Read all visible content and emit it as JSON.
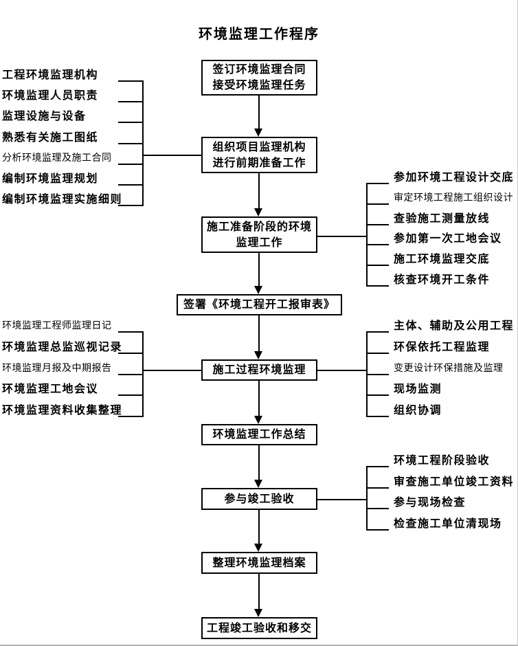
{
  "page": {
    "title": "环境监理工作程序",
    "background": "#ffffff",
    "line_color": "#000000",
    "text_color": "#000000"
  },
  "flow_boxes": [
    {
      "id": "box-1",
      "lines": [
        "签订环境监理合同",
        "接受环境监理任务"
      ]
    },
    {
      "id": "box-2",
      "lines": [
        "组织项目监理机构",
        "进行前期准备工作"
      ]
    },
    {
      "id": "box-3",
      "lines": [
        "施工准备阶段的环境",
        "监理工作"
      ]
    },
    {
      "id": "box-4",
      "lines": [
        "签署《环境工程开工报审表》"
      ]
    },
    {
      "id": "box-5",
      "lines": [
        "施工过程环境监理"
      ]
    },
    {
      "id": "box-6",
      "lines": [
        "环境监理工作总结"
      ]
    },
    {
      "id": "box-7",
      "lines": [
        "参与竣工验收"
      ]
    },
    {
      "id": "box-8",
      "lines": [
        "整理环境监理档案"
      ]
    },
    {
      "id": "box-9",
      "lines": [
        "工程竣工验收和移交"
      ]
    }
  ],
  "side_groups": [
    {
      "id": "left-top",
      "side": "left",
      "connects_to": "box-2",
      "items": [
        {
          "label": "工程环境监理机构",
          "bold": true
        },
        {
          "label": "环境监理人员职责",
          "bold": true
        },
        {
          "label": "监理设施与设备",
          "bold": true
        },
        {
          "label": "熟悉有关施工图纸",
          "bold": true
        },
        {
          "label": "分析环境监理及施工合同",
          "bold": false
        },
        {
          "label": "编制环境监理规划",
          "bold": true
        },
        {
          "label": "编制环境监理实施细则",
          "bold": true
        }
      ]
    },
    {
      "id": "right-top",
      "side": "right",
      "connects_to": "box-3",
      "items": [
        {
          "label": "参加环境工程设计交底",
          "bold": true
        },
        {
          "label": "审定环境工程施工组织设计",
          "bold": false
        },
        {
          "label": "查验施工测量放线",
          "bold": true
        },
        {
          "label": "参加第一次工地会议",
          "bold": true
        },
        {
          "label": "施工环境监理交底",
          "bold": true
        },
        {
          "label": "核查环境开工条件",
          "bold": true
        }
      ]
    },
    {
      "id": "left-mid",
      "side": "left",
      "connects_to": "box-5",
      "items": [
        {
          "label": "环境监理工程师监理日记",
          "bold": false
        },
        {
          "label": "环境监理总监巡视记录",
          "bold": true
        },
        {
          "label": "环境监理月报及中期报告",
          "bold": false
        },
        {
          "label": "环境监理工地会议",
          "bold": true
        },
        {
          "label": "环境监理资料收集整理",
          "bold": true
        }
      ]
    },
    {
      "id": "right-mid",
      "side": "right",
      "connects_to": "box-5",
      "items": [
        {
          "label": "主体、辅助及公用工程",
          "bold": true
        },
        {
          "label": "环保依托工程监理",
          "bold": true
        },
        {
          "label": "变更设计环保措施及监理",
          "bold": false
        },
        {
          "label": "现场监测",
          "bold": true
        },
        {
          "label": "组织协调",
          "bold": true
        }
      ]
    },
    {
      "id": "right-bottom",
      "side": "right",
      "connects_to": "box-7",
      "items": [
        {
          "label": "环境工程阶段验收",
          "bold": true
        },
        {
          "label": "审查施工单位竣工资料",
          "bold": true
        },
        {
          "label": "参与现场检查",
          "bold": true
        },
        {
          "label": "检查施工单位清现场",
          "bold": true
        }
      ]
    }
  ]
}
